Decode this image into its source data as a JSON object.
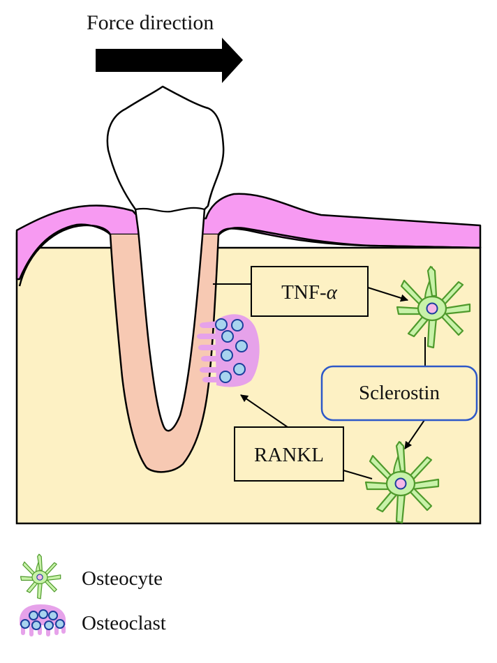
{
  "title": "Force direction",
  "boxes": {
    "tnf": {
      "prefix": "TNF-",
      "greek": "α"
    },
    "sclerostin": "Sclerostin",
    "rankl": "RANKL"
  },
  "legend": {
    "osteocyte": "Osteocyte",
    "osteoclast": "Osteoclast"
  },
  "colors": {
    "gingiva": "#f79af2",
    "bone": "#fdf1c4",
    "ligament": "#f7c9b3",
    "tooth": "#ffffff",
    "osteocyte_fill": "#c8f2a9",
    "osteocyte_stroke": "#4f9a2c",
    "osteocyte_nucleus": "#f5b8e8",
    "osteoclast_fill": "#e6a2ea",
    "osteoclast_nucleus": "#a8d4ee",
    "nucleus_stroke": "#1b3e9c",
    "sclerostin_border": "#2d58c8",
    "arrow": "#000000"
  },
  "icons": [
    "force-arrow",
    "osteocyte-icon",
    "osteoclast-icon"
  ]
}
